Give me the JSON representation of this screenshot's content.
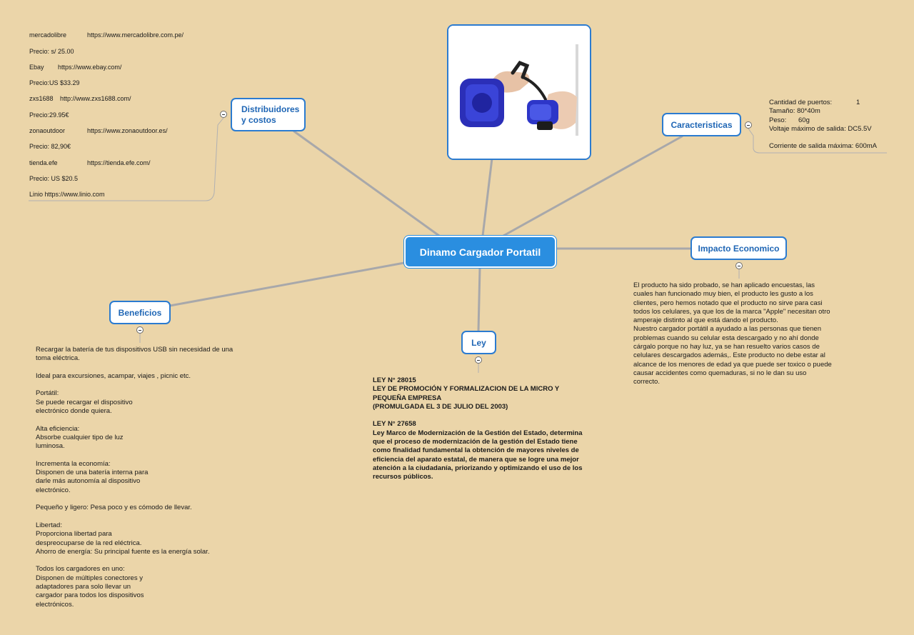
{
  "root": {
    "label": "Dinamo Cargador Portatil"
  },
  "nodes": {
    "distribuidores": {
      "label": "Distribuidores\ny costos"
    },
    "caracteristicas": {
      "label": "Caracteristicas"
    },
    "impacto": {
      "label": "Impacto Economico"
    },
    "beneficios": {
      "label": "Beneficios"
    },
    "ley": {
      "label": "Ley"
    }
  },
  "distribuidores": [
    {
      "name": "mercadolibre",
      "url": "https://www.mercadolibre.com.pe/"
    },
    {
      "name": "Precio: s/ 25.00",
      "url": ""
    },
    {
      "name": "Ebay",
      "url": "https://www.ebay.com/"
    },
    {
      "name": "Precio:US $33.29",
      "url": ""
    },
    {
      "name": "zxs1688",
      "url": "http://www.zxs1688.com/"
    },
    {
      "name": "Precio:29.95€",
      "url": ""
    },
    {
      "name": "zonaoutdoor",
      "url": "https://www.zonaoutdoor.es/"
    },
    {
      "name": "Precio: 82,90€",
      "url": ""
    },
    {
      "name": "tienda.efe",
      "url": "https://tienda.efe.com/"
    },
    {
      "name": "Precio: US $20.5",
      "url": ""
    },
    {
      "name": "Linio https://www.linio.com",
      "url": ""
    }
  ],
  "caracteristicas": {
    "puertos_label": "Cantidad de puertos:",
    "puertos_value": "1",
    "tamano": "Tamaño: 80*40m",
    "peso_label": "Peso:",
    "peso_value": "60g",
    "voltaje": "Voltaje máximo de salida: DC5.5V",
    "corriente": "Corriente de salida máxima: 600mA"
  },
  "impacto": {
    "text": "El producto ha sido probado, se han aplicado encuestas, las\ncuales han funcionado muy bien, el producto les gusto a los\nclientes, pero hemos notado que el producto no sirve para casi\ntodos los celulares, ya que los de la marca \"Apple\" necesitan otro\namperaje distinto al que está dando el producto.\nNuestro cargador portátil a ayudado a las personas que tienen\nproblemas cuando su celular esta descargado y no ahí donde\ncárgalo porque no hay luz, ya se han resuelto varios casos de\ncelulares descargados además,. Este producto no debe estar al\nalcance de los menores de edad ya que puede ser toxico o puede\ncausar accidentes como quemaduras, si no le dan su uso\ncorrecto."
  },
  "beneficios": {
    "text": "Recargar la batería de tus dispositivos USB sin necesidad de una\ntoma eléctrica.\n\nIdeal para excursiones, acampar, viajes , picnic etc.\n\nPortátil:\nSe puede recargar el dispositivo\nelectrónico donde quiera.\n\nAlta eficiencia:\nAbsorbe cualquier tipo de luz\nluminosa.\n\nIncrementa la economía:\nDisponen de una batería interna para\ndarle más autonomía al dispositivo\nelectrónico.\n\nPequeño y ligero: Pesa poco y es cómodo de llevar.\n\nLibertad:\nProporciona libertad para\ndespreocuparse de la red eléctrica.\nAhorro de energía: Su principal fuente es la energía solar.\n\nTodos los cargadores en uno:\nDisponen de múltiples conectores y\nadaptadores para solo llevar un\ncargador para todos los dispositivos\nelectrónicos."
  },
  "ley": {
    "text": "LEY N° 28015\nLEY DE PROMOCIÓN Y FORMALIZACION DE LA MICRO Y\nPEQUEÑA EMPRESA\n(PROMULGADA EL 3 DE JULIO DEL 2003)\n\nLEY N° 27658\nLey Marco de Modernización de la Gestión del Estado, determina\nque el proceso de modernización de la gestión del Estado tiene\ncomo finalidad fundamental la obtención de mayores niveles de\neficiencia del aparato estatal, de manera que se logre una mejor\natención a la ciudadanía, priorizando y optimizando el uso de los\nrecursos públicos."
  },
  "colors": {
    "background": "#ebd5a9",
    "root": "#2a8ee0",
    "node_border": "#2b7bd0",
    "node_text": "#1f66b5",
    "connector": "#a9a9ab"
  },
  "icons": {
    "collapse": "minus-circle-icon",
    "image": "hand-crank-dynamo-charger-photo"
  }
}
